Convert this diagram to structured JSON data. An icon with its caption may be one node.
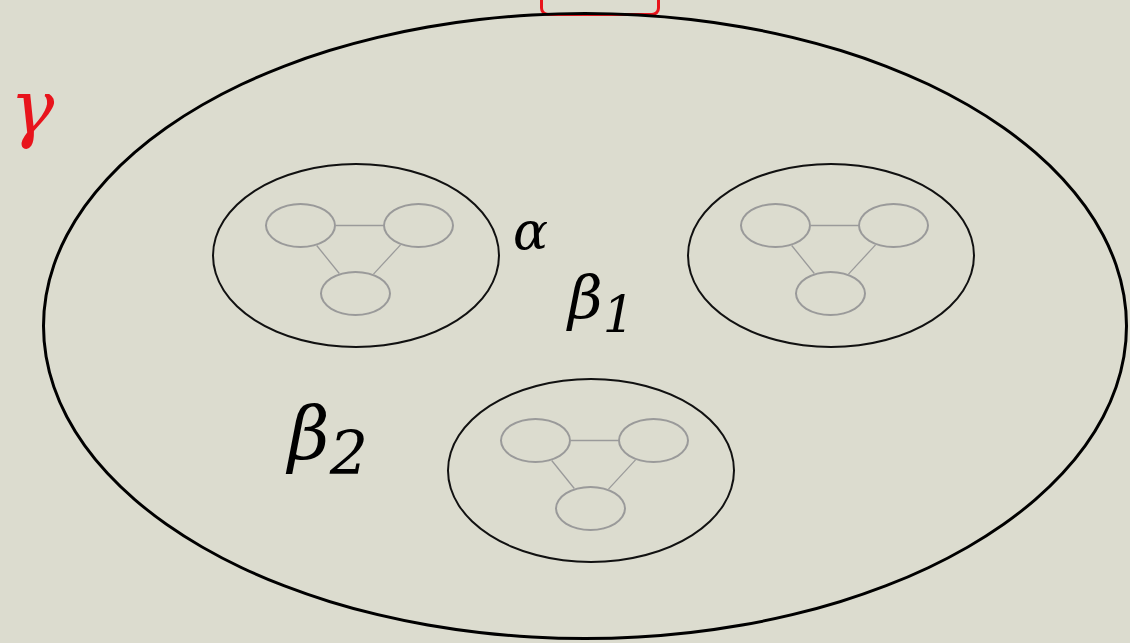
{
  "diagram": {
    "nodes": [
      {
        "text": [],
        "shape": "box"
      },
      {
        "text": [],
        "shape": "ellipse"
      },
      {
        "text": [],
        "shape": "ellipse",
        "in": 1
      },
      {
        "text": [],
        "shape": "ellipse",
        "in": 2
      },
      {
        "text": [],
        "shape": "ellipse",
        "in": 2
      },
      {
        "text": [],
        "shape": "ellipse",
        "in": 2
      },
      {
        "text": [],
        "shape": "ellipse",
        "in": 1
      },
      {
        "text": [],
        "shape": "ellipse",
        "in": 6
      },
      {
        "text": [],
        "shape": "ellipse",
        "in": 6
      },
      {
        "text": [],
        "shape": "ellipse",
        "in": 6
      },
      {
        "text": [],
        "shape": "ellipse",
        "in": 1
      },
      {
        "text": [],
        "shape": "ellipse",
        "in": 10
      },
      {
        "text": [],
        "shape": "ellipse",
        "in": 10
      },
      {
        "text": [],
        "shape": "ellipse",
        "in": 10
      }
    ],
    "edges": [
      {
        "from": 3,
        "to": 4,
        "arrow": "none"
      },
      {
        "from": 3,
        "to": 5,
        "arrow": "none"
      },
      {
        "from": 4,
        "to": 5,
        "arrow": "none"
      },
      {
        "from": 7,
        "to": 8,
        "arrow": "none"
      },
      {
        "from": 7,
        "to": 9,
        "arrow": "none"
      },
      {
        "from": 8,
        "to": 9,
        "arrow": "none"
      },
      {
        "from": 11,
        "to": 12,
        "arrow": "none"
      },
      {
        "from": 11,
        "to": 13,
        "arrow": "none"
      },
      {
        "from": 12,
        "to": 13,
        "arrow": "none"
      }
    ],
    "labels": [
      "γ",
      "α",
      "β$_{1}$",
      "β$_{2}$"
    ]
  }
}
